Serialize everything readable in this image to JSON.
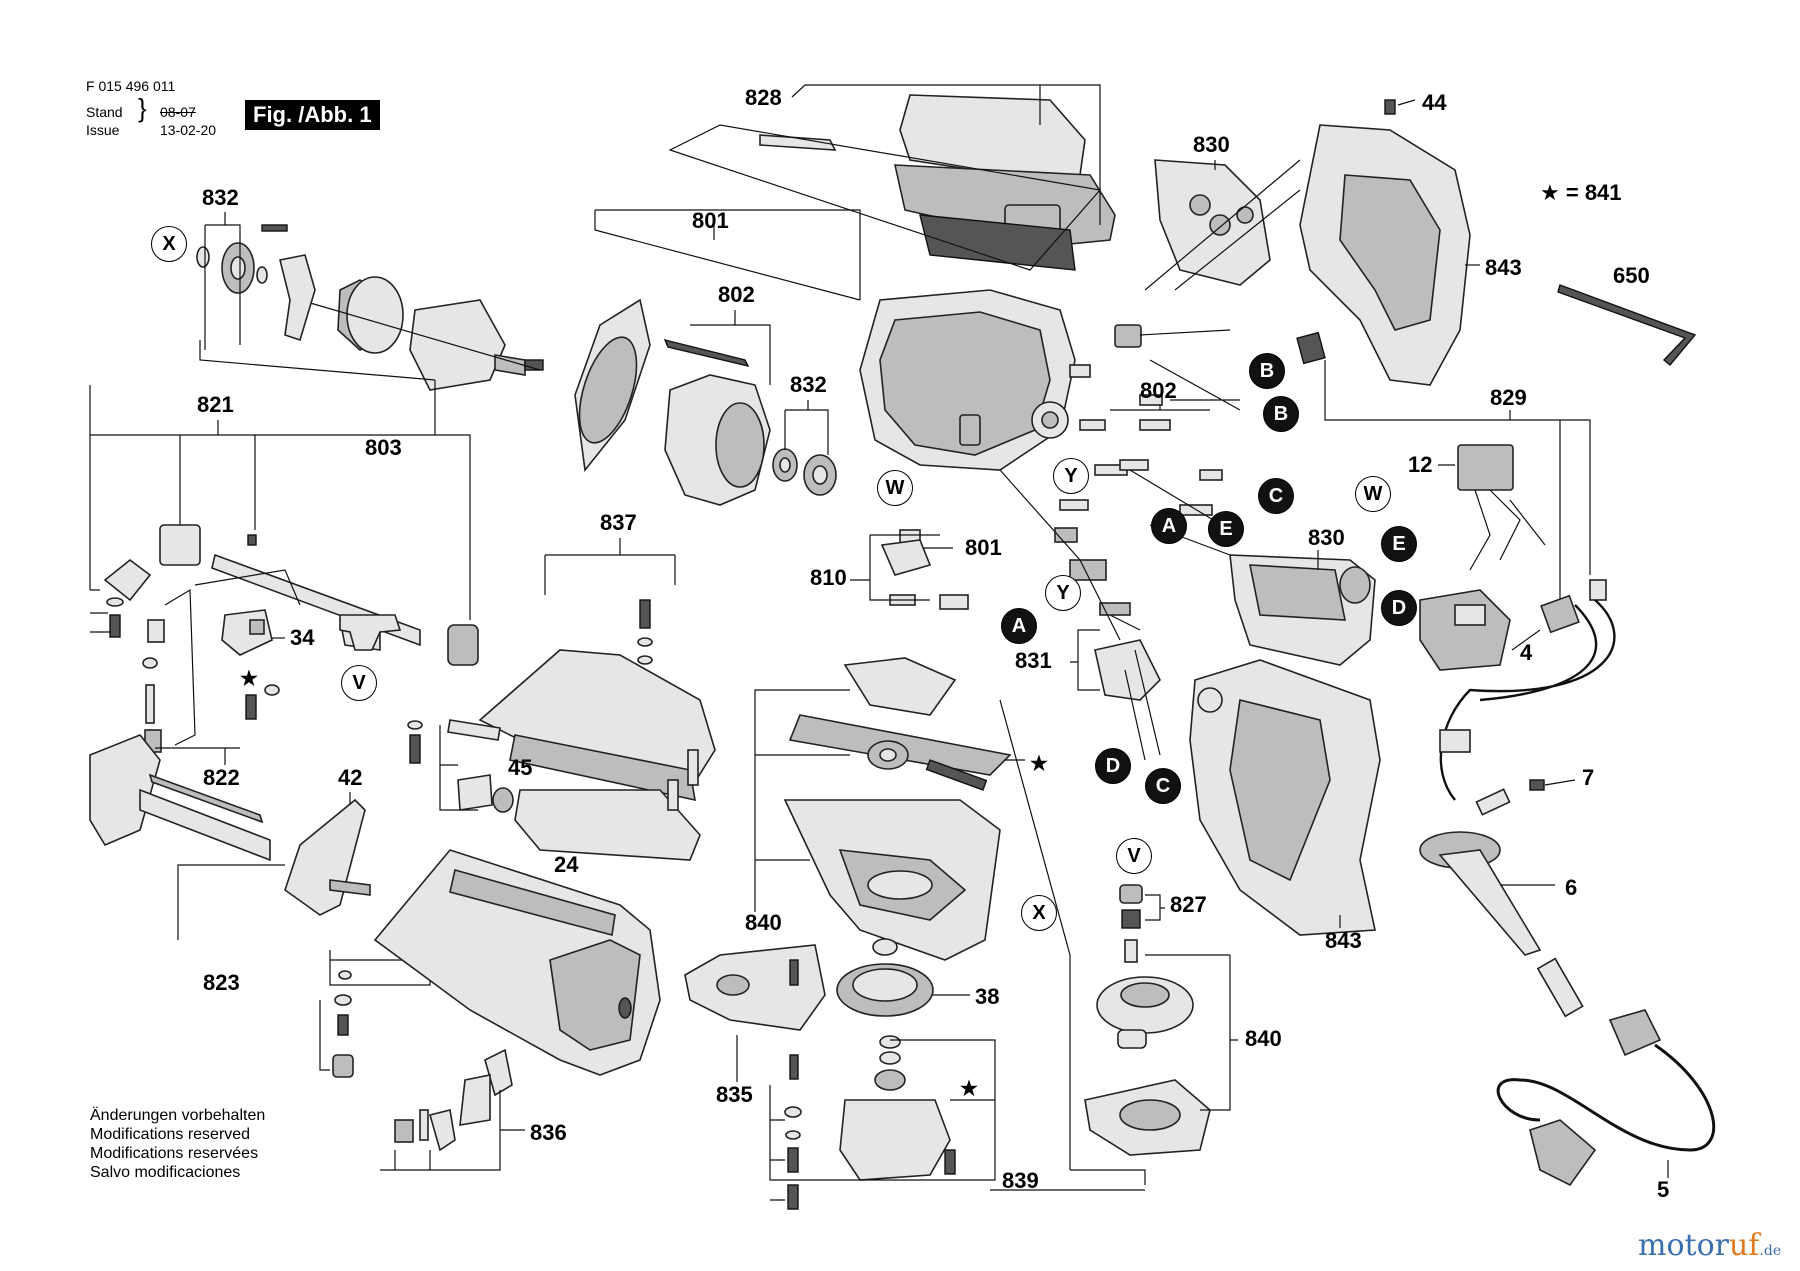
{
  "header": {
    "doc_number": "F 015 496 011",
    "stand_label": "Stand",
    "issue_label": "Issue",
    "stand_date": "08-07",
    "issue_date": "13-02-20",
    "figure_label": "Fig. /Abb. 1"
  },
  "legend": {
    "symbol": "★",
    "equals": "= 841"
  },
  "footnote": {
    "lines": [
      "Änderungen vorbehalten",
      "Modifications reserved",
      "Modifications reservées",
      "Salvo modificaciones"
    ]
  },
  "brand": {
    "part1": "motor",
    "part2": "uf",
    "part3": ".de"
  },
  "part_numbers": {
    "p828": "828",
    "p801": "801",
    "p802": "802",
    "p802b": "802",
    "p803": "803",
    "p832": "832",
    "p832b": "832",
    "p821": "821",
    "p822": "822",
    "p34": "34",
    "p837": "837",
    "p810": "810",
    "p801b": "801",
    "p831": "831",
    "p45": "45",
    "p42": "42",
    "p24": "24",
    "p823": "823",
    "p836": "836",
    "p840": "840",
    "p840b": "840",
    "p835": "835",
    "p839": "839",
    "p38": "38",
    "p827": "827",
    "p830": "830",
    "p830b": "830",
    "p843": "843",
    "p843b": "843",
    "p44": "44",
    "p650": "650",
    "p829": "829",
    "p12": "12",
    "p4": "4",
    "p7": "7",
    "p6": "6",
    "p5": "5"
  },
  "connectors": {
    "A": "A",
    "B": "B",
    "C": "C",
    "D": "D",
    "E": "E",
    "V": "V",
    "W": "W",
    "X": "X",
    "Y": "Y"
  }
}
